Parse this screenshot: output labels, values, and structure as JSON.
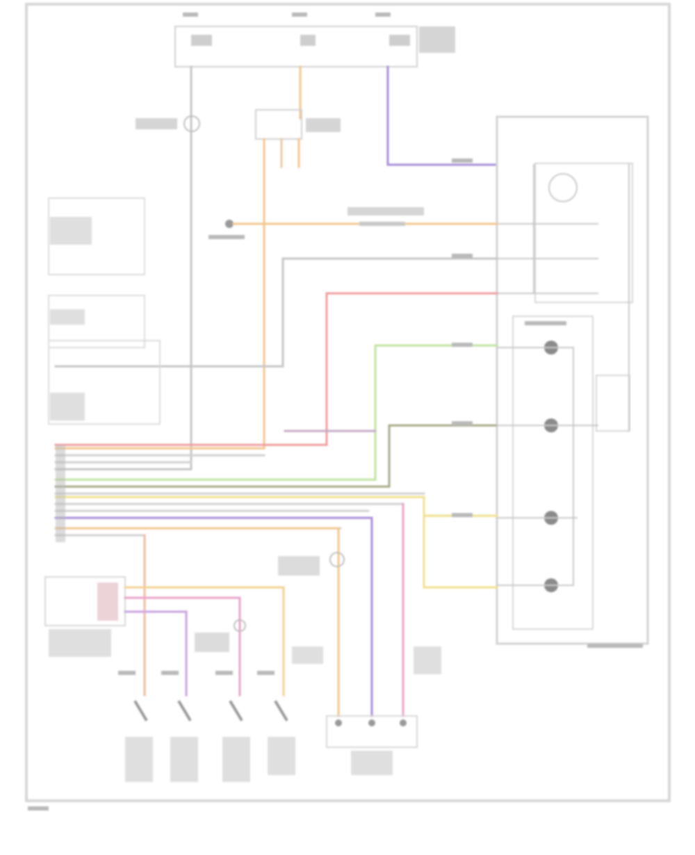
{
  "diagram": {
    "type": "wiring-diagram",
    "wire_colors": {
      "frame": "#d4d4d4",
      "gray": "#bdbdbd",
      "orange": "#f3c58a",
      "purple": "#a58ad8",
      "red": "#ef9a9a",
      "green": "#bfe3a0",
      "olive": "#a8a888",
      "yellow": "#f0e08a",
      "pink": "#e9a0c8",
      "tan": "#e8c8a0"
    },
    "components": [
      {
        "name": "fuse-block",
        "icon": "fuse-icon"
      },
      {
        "name": "diode",
        "icon": "diode-icon"
      },
      {
        "name": "relay",
        "icon": "relay-icon"
      },
      {
        "name": "ground",
        "icon": "ground-icon"
      },
      {
        "name": "control-unit",
        "icon": "module-icon"
      },
      {
        "name": "door-lock-actuator",
        "icon": "motor-icon"
      },
      {
        "name": "door-switch",
        "icon": "switch-icon"
      },
      {
        "name": "key-switch",
        "icon": "switch-icon"
      }
    ]
  }
}
